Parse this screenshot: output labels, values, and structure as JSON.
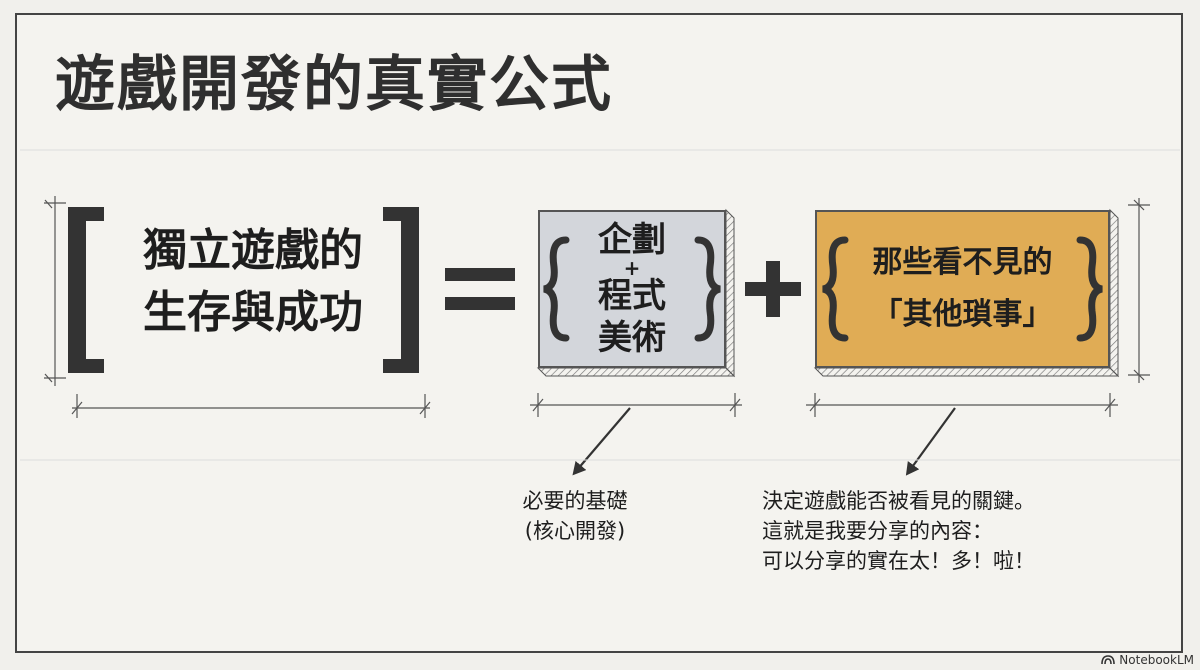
{
  "title": "遊戲開發的真實公式",
  "lhs": {
    "line1": "獨立遊戲的",
    "line2": "生存與成功"
  },
  "core_box": {
    "line1": "企劃",
    "plus": "+",
    "line2": "程式",
    "line3": "美術"
  },
  "other_box": {
    "line1": "那些看不見的",
    "line2": "「其他瑣事」"
  },
  "core_note": {
    "line1": "必要的基礎",
    "line2": "(核心開發)"
  },
  "other_note": {
    "line1": "決定遊戲能否被看見的關鍵。",
    "line2": "這就是我要分享的內容：",
    "line3": "可以分享的實在太！多！啦！"
  },
  "brand": "NotebookLM",
  "colors": {
    "core_box": "#d3d6db",
    "other_box": "#e0ac55",
    "ink": "#2b2b2b"
  },
  "icons": {
    "equals": "equals-icon",
    "plus": "plus-icon",
    "arrow": "arrow-down-left-icon"
  }
}
